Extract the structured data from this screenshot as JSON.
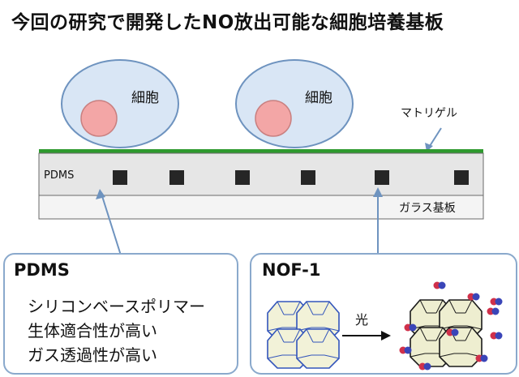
{
  "title": "今回の研究で開発したNO放出可能な細胞培養基板",
  "cells": [
    {
      "label": "細胞"
    },
    {
      "label": "細胞"
    }
  ],
  "labels": {
    "matrigel": "マトリゲル",
    "pdms": "PDMS",
    "glass": "ガラス基板"
  },
  "pdms_box": {
    "title": "PDMS",
    "properties": [
      "シリコンベースポリマー",
      "生体適合性が高い",
      "ガス透過性が高い"
    ]
  },
  "nof_box": {
    "title": "NOF-1",
    "arrow_label": "光"
  },
  "colors": {
    "cell_fill": "#d9e6f5",
    "cell_stroke": "#6e93bf",
    "nucleus": "#f3a6a6",
    "matrigel": "#2e9a2e",
    "pdms": "#e6e6e6",
    "glass": "#f4f4f4",
    "callout": "#6e93bf",
    "molecule_red": "#d0304a",
    "molecule_blue": "#3a45b8"
  }
}
